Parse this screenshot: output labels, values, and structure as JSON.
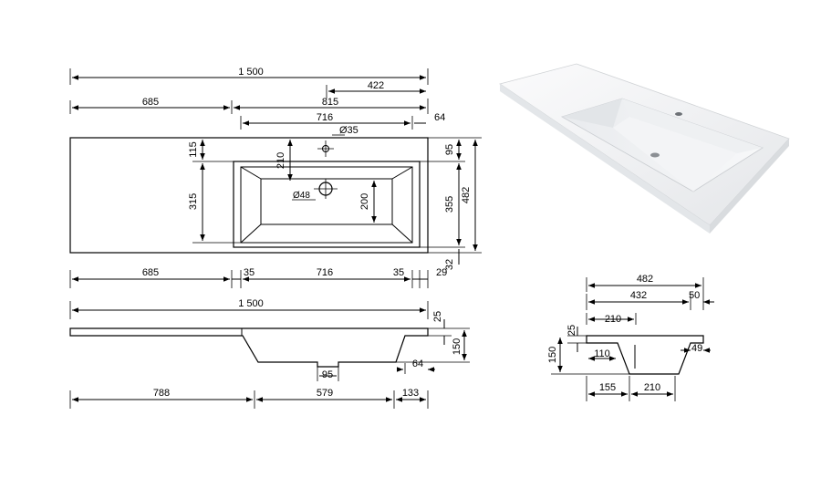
{
  "top_view": {
    "overall_width": "1 500",
    "right_offset_422": "422",
    "left_section_685": "685",
    "right_section_815": "815",
    "basin_width_716": "716",
    "right_margin_64": "64",
    "tap_hole_35": "Ø35",
    "dim_115": "115",
    "dim_315": "315",
    "dim_210": "210",
    "drain_48": "Ø48",
    "basin_depth_200": "200",
    "dim_95": "95",
    "dim_355": "355",
    "overall_depth_482": "482",
    "dim_32": "32"
  },
  "bottom_row_dims": {
    "d685": "685",
    "d35a": "35",
    "d716": "716",
    "d35b": "35",
    "d29": "29"
  },
  "front_view": {
    "overall_width": "1 500",
    "top_thickness_25": "25",
    "height_150": "150",
    "drain_95": "95",
    "right_64": "64",
    "d788": "788",
    "d579": "579",
    "d133": "133"
  },
  "side_view": {
    "depth_482": "482",
    "d432": "432",
    "d50": "50",
    "d210_top": "210",
    "d25": "25",
    "d150": "150",
    "d110": "110",
    "d49": "49",
    "d155": "155",
    "d210_bottom": "210"
  },
  "product_image": {
    "color": "#f2f3f5",
    "shade": "#d9dcdf"
  }
}
